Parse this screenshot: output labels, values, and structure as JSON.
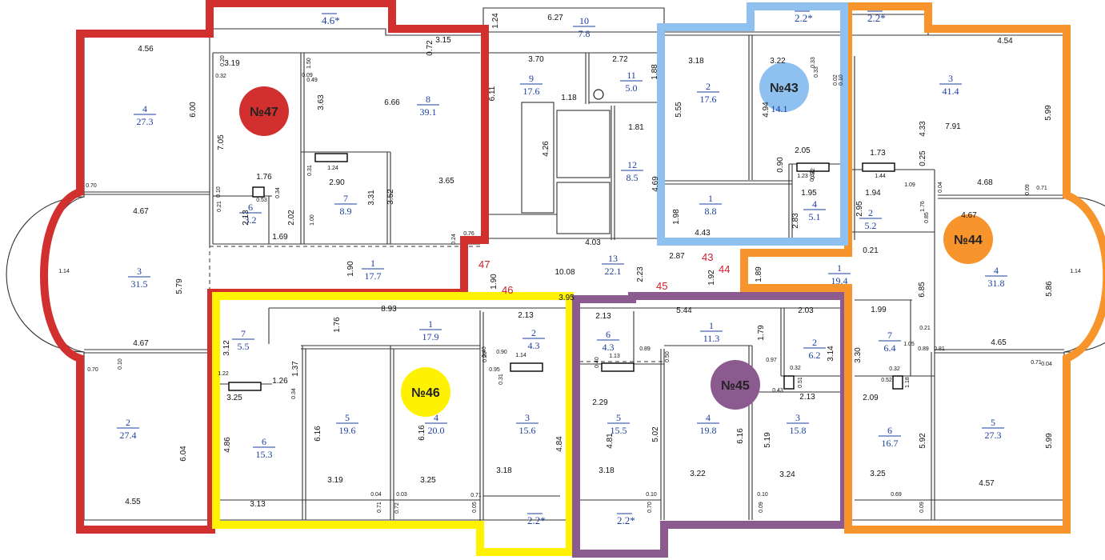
{
  "colors": {
    "apt47": "#d22f2f",
    "apt46": "#fff200",
    "apt45": "#8b5a8e",
    "apt44": "#f7952c",
    "apt43": "#8ec1ef",
    "label_blue": "#1b3f9e",
    "label_red": "#cc1f2e"
  },
  "badges": [
    {
      "id": "47",
      "label": "№47",
      "fill": "#d22f2f",
      "text_color": "#222222"
    },
    {
      "id": "46",
      "label": "№46",
      "fill": "#fff200",
      "text_color": "#222222"
    },
    {
      "id": "45",
      "label": "№45",
      "fill": "#8b5a8e",
      "text_color": "#222222"
    },
    {
      "id": "44",
      "label": "№44",
      "fill": "#f7952c",
      "text_color": "#222222"
    },
    {
      "id": "43",
      "label": "№43",
      "fill": "#8ec1ef",
      "text_color": "#222222"
    }
  ],
  "apartment_numbers": [
    "47",
    "46",
    "45",
    "44",
    "43"
  ],
  "balconies": [
    "4.6*",
    "2.2*",
    "2.2*",
    "2.2*",
    "2.2*"
  ],
  "rooms": [
    {
      "num": "4",
      "area": "27.3"
    },
    {
      "num": "8",
      "area": "39.1"
    },
    {
      "num": "6",
      "area": "3.2"
    },
    {
      "num": "7",
      "area": "8.9"
    },
    {
      "num": "3",
      "area": "31.5"
    },
    {
      "num": "1",
      "area": "17.7"
    },
    {
      "num": "2",
      "area": "27.4"
    },
    {
      "num": "10",
      "area": "7.8"
    },
    {
      "num": "9",
      "area": "17.6"
    },
    {
      "num": "11",
      "area": "5.0"
    },
    {
      "num": "12",
      "area": "8.5"
    },
    {
      "num": "13",
      "area": "22.1"
    },
    {
      "num": "2",
      "area": "17.6"
    },
    {
      "num": "14.1",
      "area": ""
    },
    {
      "num": "1",
      "area": "8.8"
    },
    {
      "num": "4",
      "area": "5.1"
    },
    {
      "num": "3",
      "area": "41.4"
    },
    {
      "num": "2",
      "area": "5.2"
    },
    {
      "num": "1",
      "area": "19.4"
    },
    {
      "num": "4",
      "area": "31.8"
    },
    {
      "num": "7",
      "area": "5.5"
    },
    {
      "num": "1",
      "area": "17.9"
    },
    {
      "num": "2",
      "area": "4.3"
    },
    {
      "num": "6",
      "area": "15.3"
    },
    {
      "num": "5",
      "area": "19.6"
    },
    {
      "num": "4",
      "area": "20.0"
    },
    {
      "num": "3",
      "area": "15.6"
    },
    {
      "num": "6",
      "area": "4.3"
    },
    {
      "num": "1",
      "area": "11.3"
    },
    {
      "num": "2",
      "area": "6.2"
    },
    {
      "num": "5",
      "area": "15.5"
    },
    {
      "num": "4",
      "area": "19.8"
    },
    {
      "num": "3",
      "area": "15.8"
    },
    {
      "num": "7",
      "area": "6.4"
    },
    {
      "num": "6",
      "area": "16.7"
    },
    {
      "num": "5",
      "area": "27.3"
    }
  ],
  "dimensions": [
    "4.56",
    "6.00",
    "3.19",
    "3.15",
    "0.72",
    "3.63",
    "6.66",
    "7.05",
    "1.76",
    "1.24",
    "2.90",
    "3.31",
    "3.52",
    "3.65",
    "2.13",
    "2.02",
    "1.69",
    "0.70",
    "4.67",
    "1.14",
    "5.79",
    "1.90",
    "0.24",
    "0.76",
    "1.90",
    "8.93",
    "1.76",
    "2.13",
    "3.12",
    "1.37",
    "1.26",
    "3.25",
    "6.16",
    "4.86",
    "3.19",
    "3.13",
    "6.04",
    "4.55",
    "0.70",
    "0.10",
    "4.67",
    "1.24",
    "6.27",
    "3.70",
    "2.72",
    "1.18",
    "1.88",
    "6.11",
    "4.26",
    "1.81",
    "4.69",
    "4.03",
    "10.08",
    "2.23",
    "3.95",
    "2.87",
    "1.92",
    "3.18",
    "5.55",
    "3.22",
    "4.94",
    "2.05",
    "0.90",
    "1.95",
    "1.98",
    "4.43",
    "2.83",
    "4.54",
    "4.33",
    "7.91",
    "5.99",
    "1.73",
    "0.25",
    "1.94",
    "2.95",
    "4.68",
    "4.67",
    "6.85",
    "1.89",
    "1.99",
    "3.30",
    "4.65",
    "1.05",
    "5.86",
    "1.14",
    "2.09",
    "5.92",
    "3.25",
    "4.57",
    "5.99",
    "2.13",
    "5.44",
    "1.79",
    "2.03",
    "3.14",
    "2.13",
    "2.29",
    "0.89",
    "1.13",
    "4.81",
    "5.02",
    "6.16",
    "5.19",
    "3.18",
    "3.22",
    "3.24",
    "4.84",
    "3.18",
    "3.25",
    "6.16",
    "1.14",
    "0.90",
    "0.95",
    "0.97",
    "0.43",
    "0.32",
    "0.51",
    "1.18",
    "0.52",
    "0.32",
    "0.33",
    "0.32",
    "1.22",
    "0.34",
    "0.71",
    "0.72",
    "0.04",
    "0.03",
    "0.71",
    "0.05",
    "0.10",
    "0.70",
    "0.10",
    "0.09",
    "0.69",
    "0.09",
    "0.71",
    "0.04",
    "0.09",
    "0.71",
    "0.81",
    "0.89",
    "0.21",
    "0.04",
    "0.85",
    "1.76",
    "1.09",
    "1.44",
    "1.23",
    "0.32",
    "0.02",
    "0.33",
    "0.10",
    "0.31",
    "0.53",
    "0.34",
    "0.10",
    "0.21",
    "1.00",
    "1.50",
    "0.49",
    "0.20",
    "0.32",
    "0.09",
    "0.20",
    "0.40",
    "0.50",
    "0.40",
    "0.31",
    "0.21",
    "5.8"
  ]
}
